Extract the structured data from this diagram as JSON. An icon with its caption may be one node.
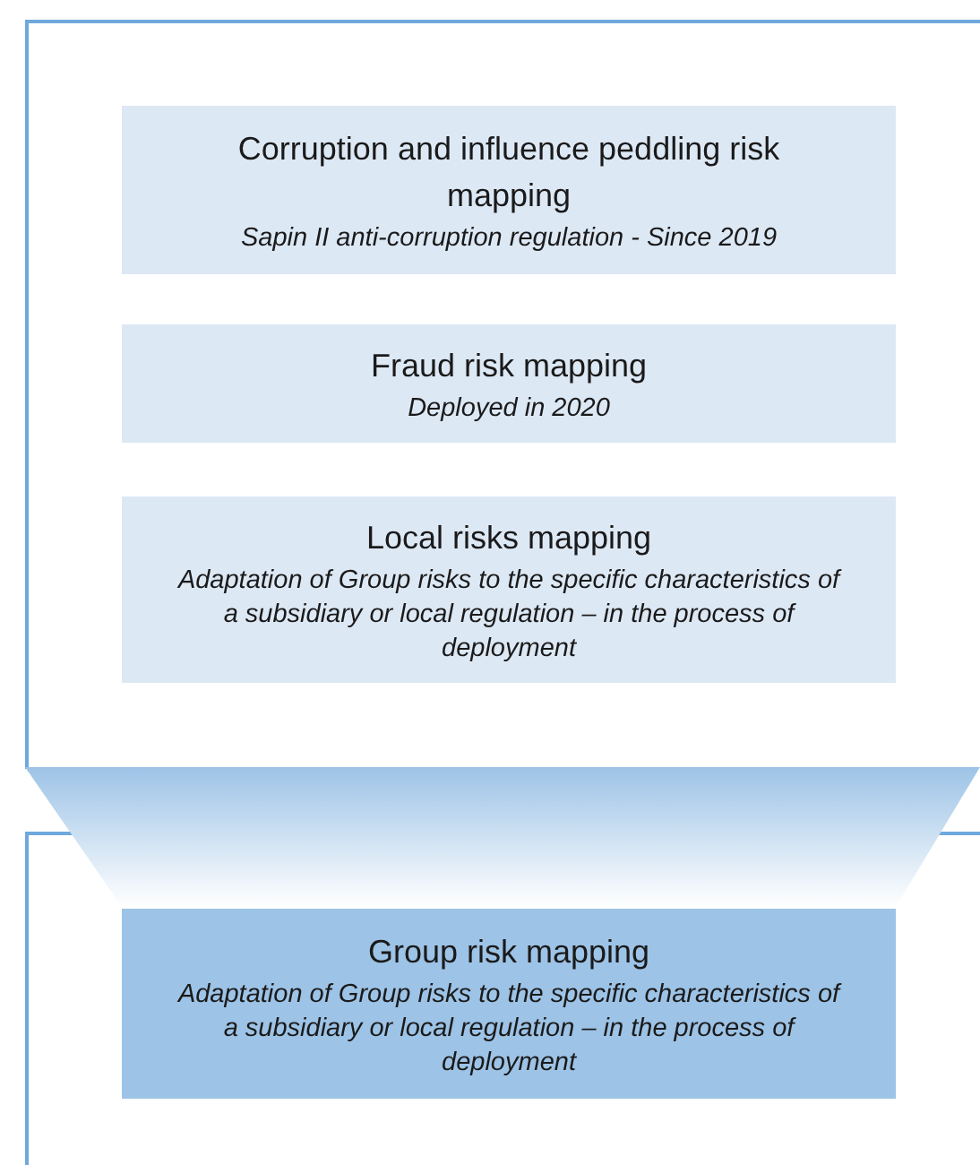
{
  "diagram": {
    "nodes": [
      {
        "text": [],
        "shape": "box"
      },
      {
        "text": [
          "Corruption and influence peddling risk mapping",
          "Sapin II anti-corruption regulation - Since 2019"
        ],
        "in": 0
      },
      {
        "text": [
          "Fraud risk mapping",
          "Deployed in 2020"
        ],
        "in": 0
      },
      {
        "text": [
          "Local risks mapping",
          "Adaptation of Group risks to the specific characteristics of a subsidiary or local regulation – in the process of deployment"
        ],
        "in": 0
      },
      {
        "text": [],
        "shape": "trapezoid"
      },
      {
        "text": [],
        "shape": "box"
      },
      {
        "text": [
          "Group risk mapping",
          "Adaptation of Group risks to the specific characteristics of a subsidiary or local regulation – in the process of deployment"
        ],
        "in": 5
      }
    ]
  }
}
